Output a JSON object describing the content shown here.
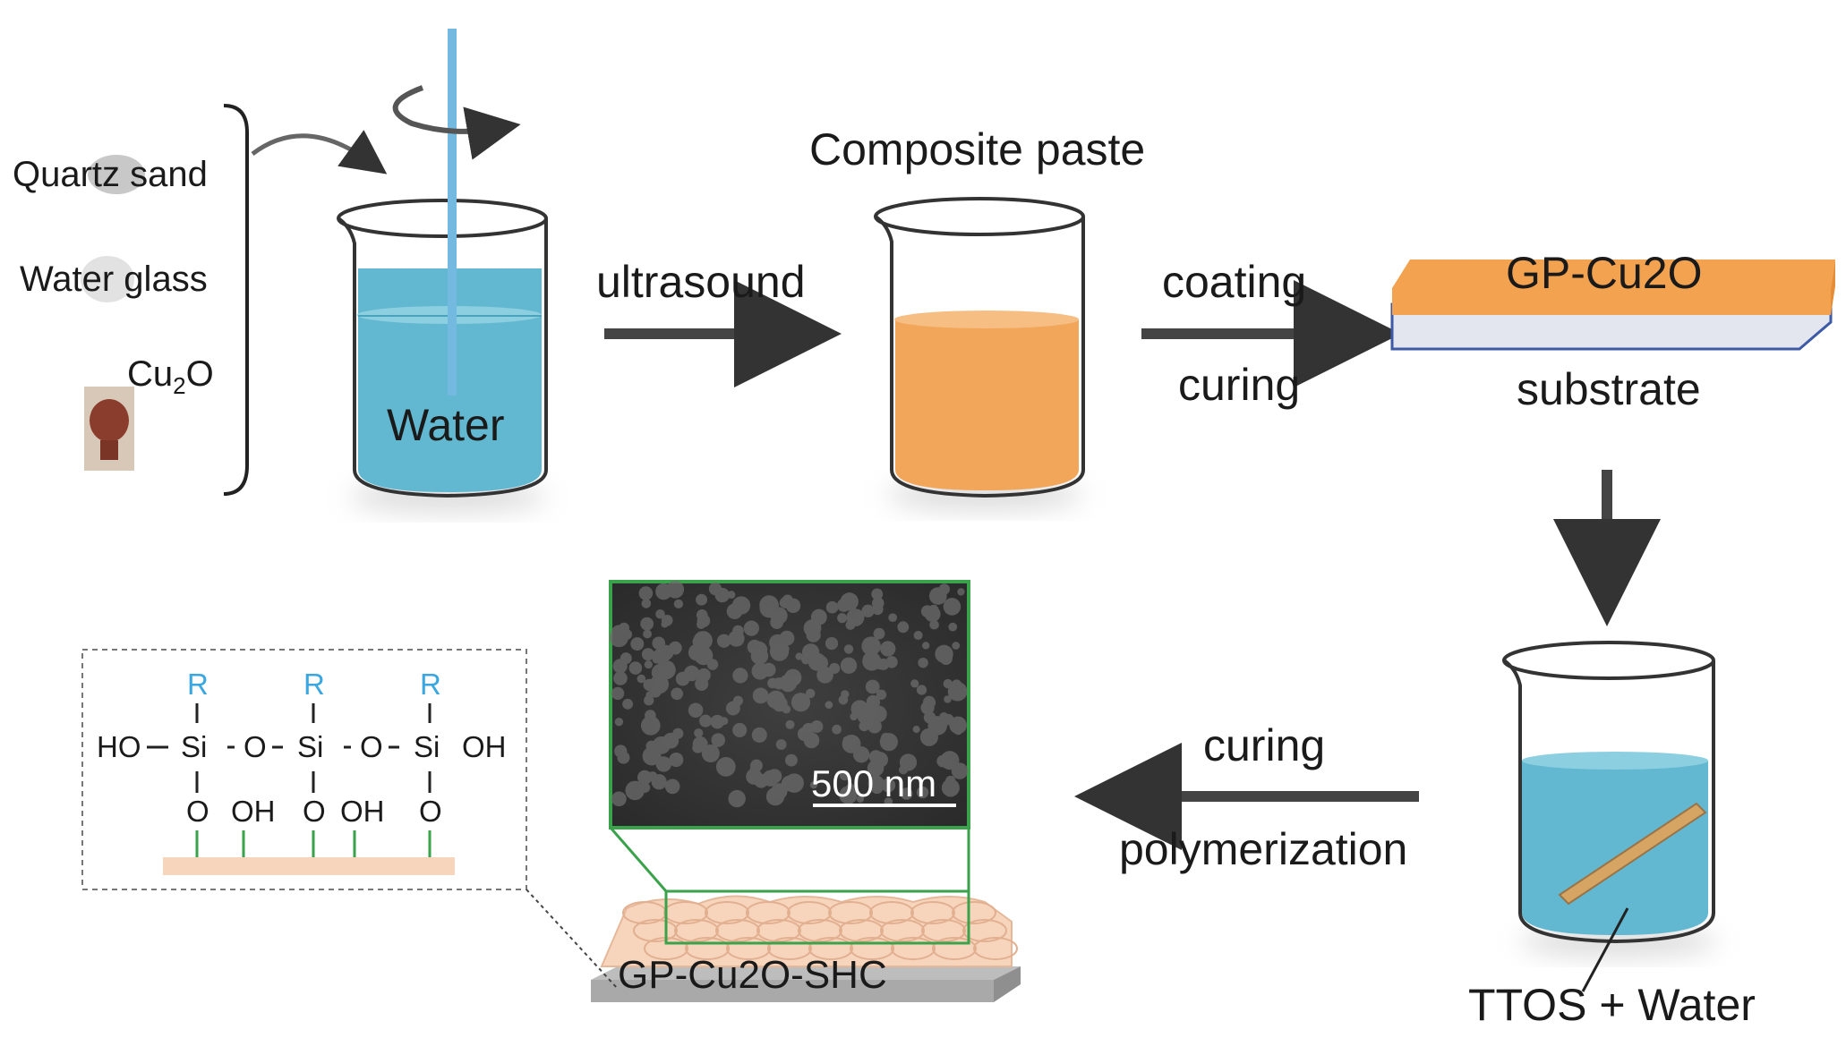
{
  "reagents": {
    "quartz_sand": "Quartz sand",
    "water_glass": "Water glass",
    "cu2o_main": "Cu",
    "cu2o_sub": "2",
    "cu2o_tail": "O"
  },
  "beaker_water": {
    "label": "Water"
  },
  "step1": {
    "label": "ultrasound"
  },
  "beaker_paste": {
    "title": "Composite paste"
  },
  "step2": {
    "top": "coating",
    "bottom": "curing"
  },
  "coated_plate": {
    "top_label": "GP-Cu2O",
    "substrate_label": "substrate"
  },
  "beaker_ttos": {
    "label": "TTOS + Water"
  },
  "step3": {
    "top": "curing",
    "bottom": "polymerization"
  },
  "sem": {
    "scale_bar": "500 nm"
  },
  "final_coating": {
    "label": "GP-Cu2O-SHC"
  },
  "structure": {
    "r": "R",
    "ho": "HO",
    "si": "Si",
    "o": "O",
    "oh": "OH"
  },
  "colors": {
    "water": "#62b8d0",
    "paste": "#f2a65a",
    "plate": "#f3a24f",
    "coating": "#f7d5bd",
    "sem_border": "#3aa24a",
    "r_group": "#3ba7e0"
  }
}
